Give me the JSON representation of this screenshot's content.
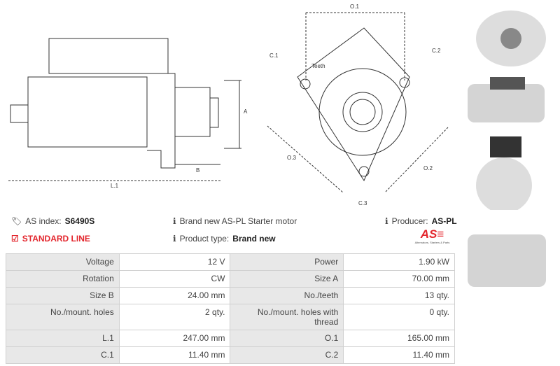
{
  "drawing_labels": {
    "a": "A",
    "b": "B",
    "l1": "L.1",
    "o1": "O.1",
    "o2": "O.2",
    "o3": "O.3",
    "c1": "C.1",
    "c2": "C.2",
    "c3": "C.3",
    "teeth": "Teeth"
  },
  "info": {
    "as_index_label": "AS index:",
    "as_index_value": "S6490S",
    "line": "STANDARD LINE",
    "description": "Brand new AS-PL Starter motor",
    "product_type_label": "Product type:",
    "product_type_value": "Brand new",
    "producer_label": "Producer:",
    "producer_value": "AS-PL",
    "logo_text": "AS",
    "logo_tagline": "Alternators, Starters & Parts"
  },
  "specs": [
    {
      "l1": "Voltage",
      "v1": "12 V",
      "l2": "Power",
      "v2": "1.90 kW"
    },
    {
      "l1": "Rotation",
      "v1": "CW",
      "l2": "Size A",
      "v2": "70.00 mm"
    },
    {
      "l1": "Size B",
      "v1": "24.00 mm",
      "l2": "No./teeth",
      "v2": "13 qty."
    },
    {
      "l1": "No./mount. holes",
      "v1": "2 qty.",
      "l2": "No./mount. holes with thread",
      "v2": "0 qty."
    },
    {
      "l1": "L.1",
      "v1": "247.00 mm",
      "l2": "O.1",
      "v2": "165.00 mm"
    },
    {
      "l1": "C.1",
      "v1": "11.40 mm",
      "l2": "C.2",
      "v2": "11.40 mm"
    }
  ],
  "colors": {
    "accent": "#e3262d",
    "label_bg": "#e8e8e8"
  }
}
